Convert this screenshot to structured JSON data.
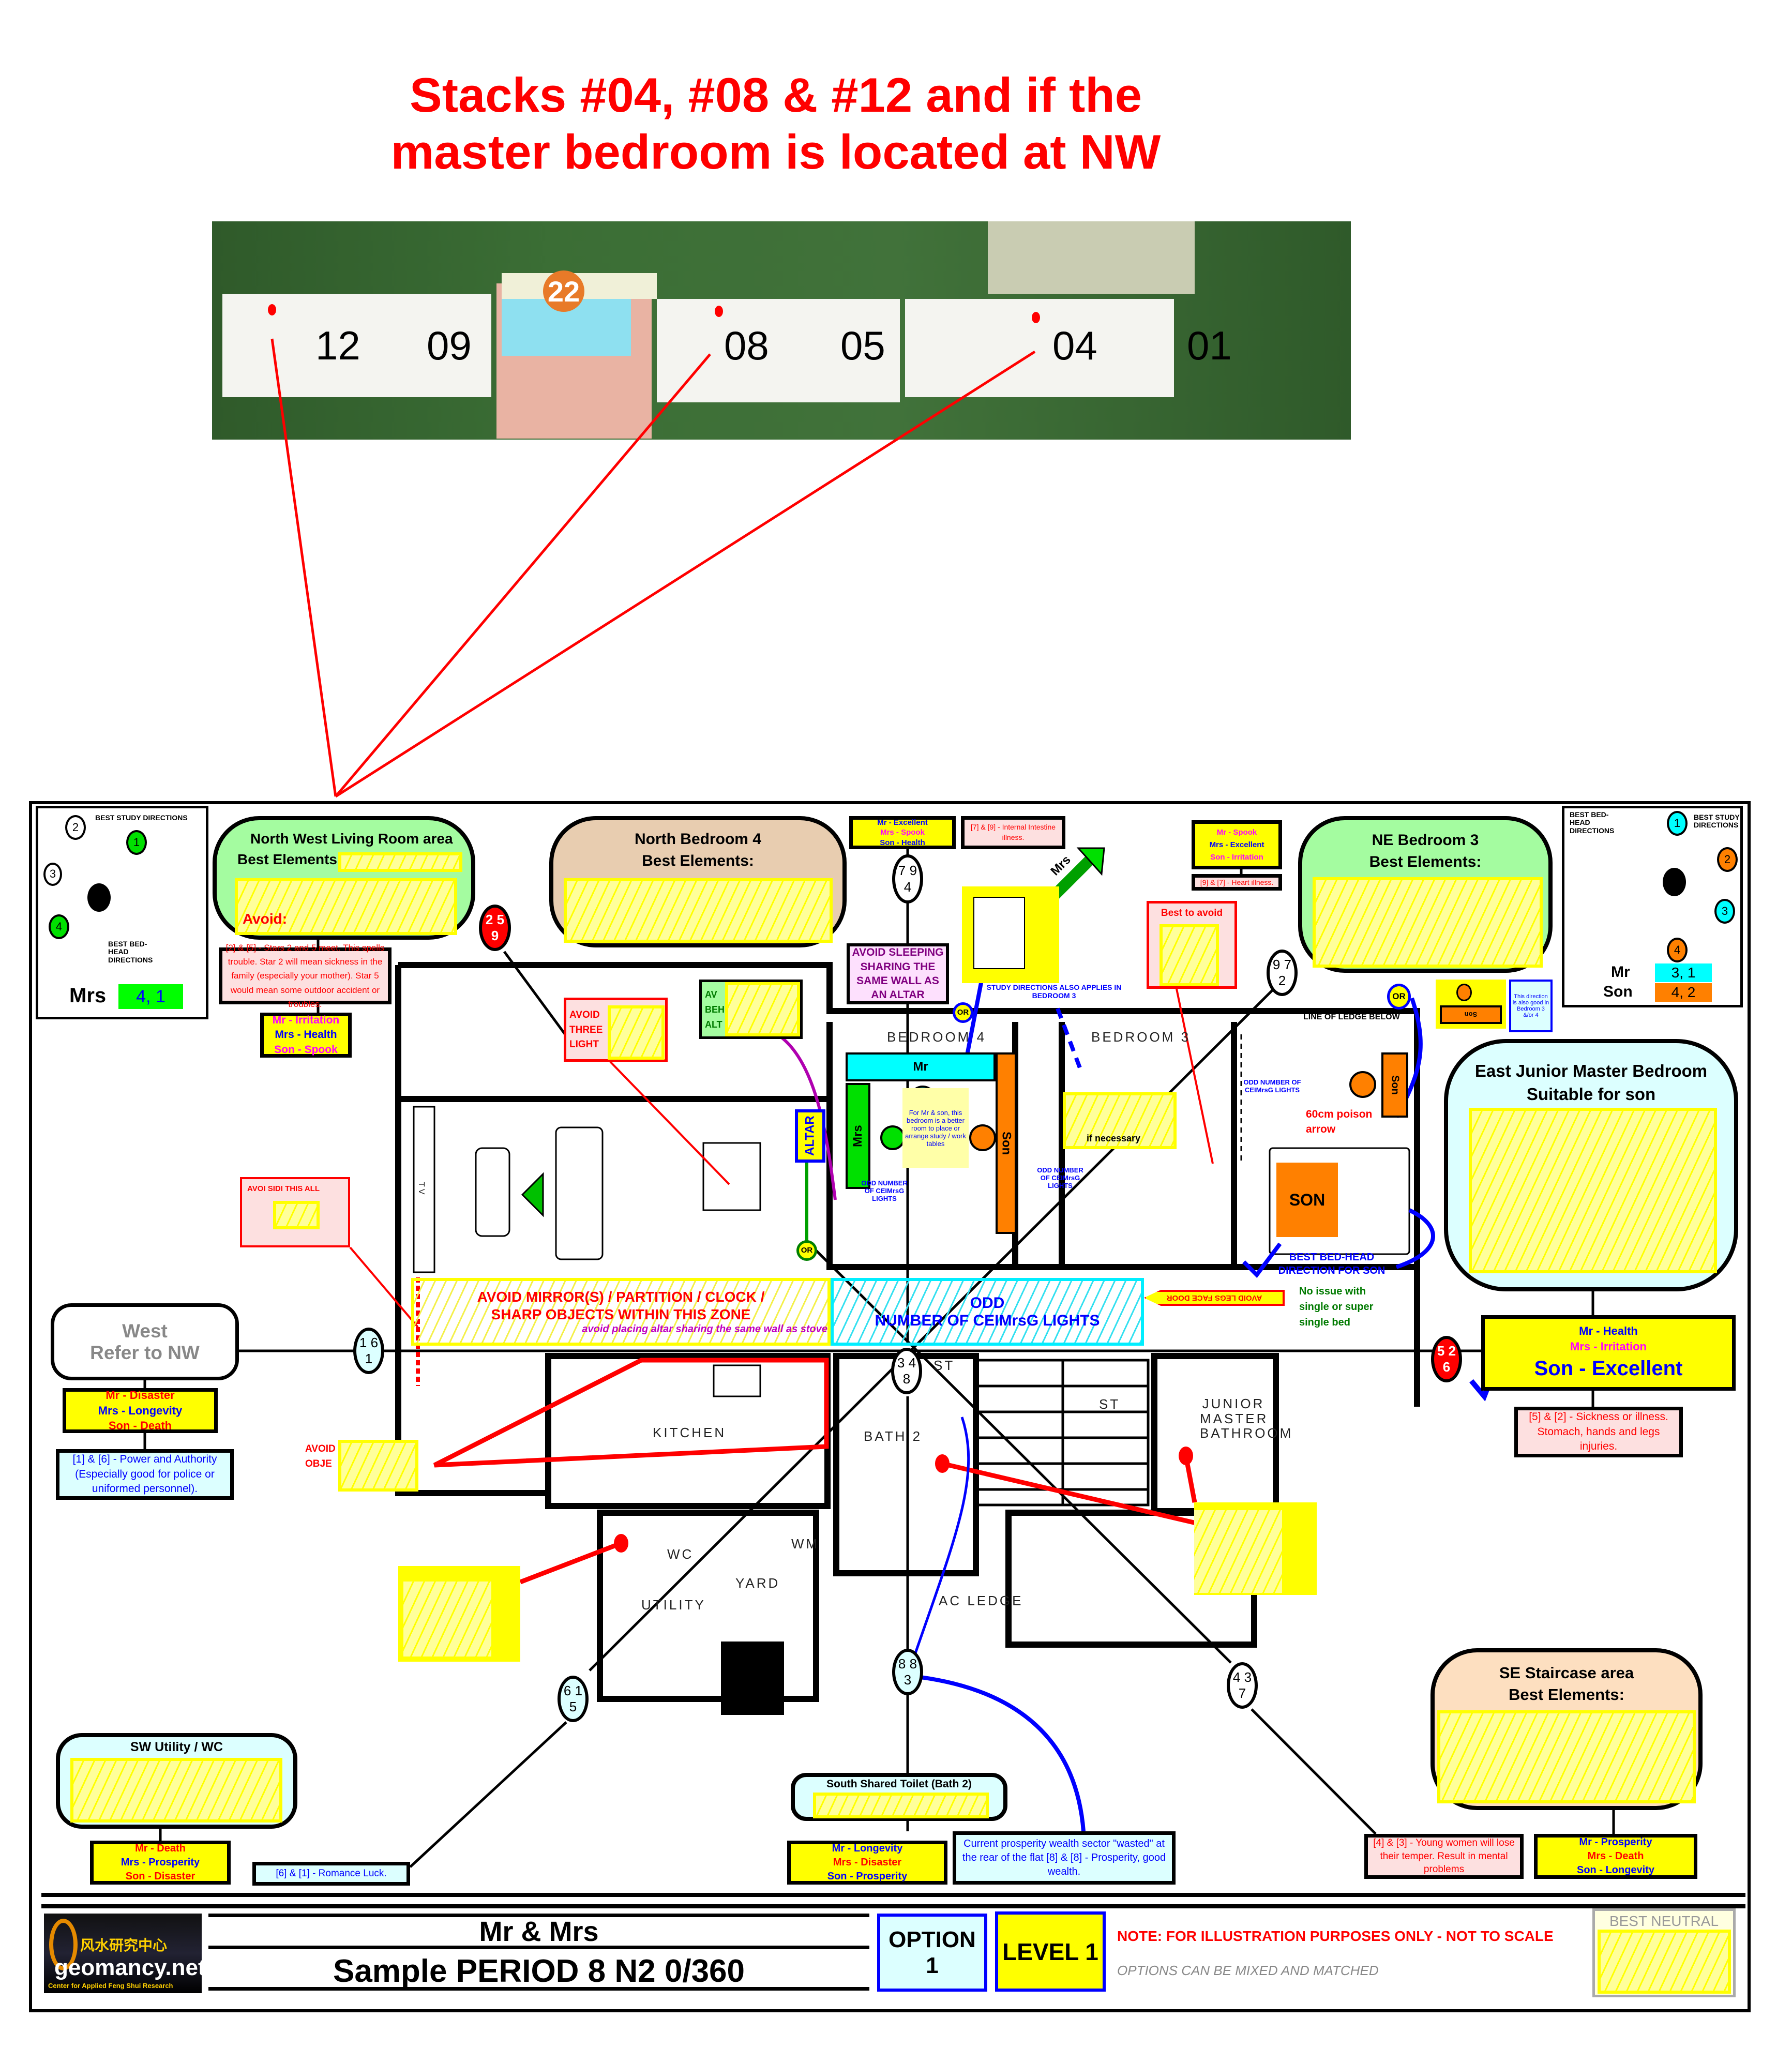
{
  "title": {
    "line1": "Stacks #04, #08 & #12 and if the",
    "line2": "master bedroom is located at NW"
  },
  "site_plan": {
    "block_label": "22",
    "stacks": [
      "12",
      "09",
      "08",
      "05",
      "04",
      "01"
    ]
  },
  "compass_left": {
    "study_label": "BEST STUDY DIRECTIONS",
    "bedhead_label": "BEST BED-HEAD DIRECTIONS",
    "directions": [
      "2",
      "1",
      "3",
      "4"
    ],
    "person": "Mrs",
    "value": "4, 1"
  },
  "compass_right": {
    "bedhead_label": "BEST BED-HEAD DIRECTIONS",
    "study_label": "BEST STUDY DIRECTIONS",
    "directions": [
      "1",
      "2",
      "3",
      "4"
    ],
    "rows": [
      {
        "person": "Mr",
        "value": "3, 1"
      },
      {
        "person": "Son",
        "value": "4, 2"
      }
    ]
  },
  "nw": {
    "title": "North West Living Room area",
    "best": "Best Elements:",
    "avoid": "Avoid:",
    "stars": [
      "2 5",
      "9"
    ],
    "note": "[2] & [5] - Stars 2 and 5 meet. This spells trouble. Star 2 will mean sickness in the family (especially your mother). Star 5 would mean some outdoor accident or troubles.",
    "luck": [
      "Mr - Irritation",
      "Mrs - Health",
      "Son - Spook"
    ]
  },
  "north": {
    "title": "North Bedroom 4",
    "best": "Best Elements:",
    "stars": [
      "7 9",
      "4"
    ],
    "luck": [
      "Mr - Excellent",
      "Mrs - Spook",
      "Son - Health"
    ],
    "note": "[7] & [9] - Internal Intestine illness.",
    "avoid_altar": "AVOID SLEEPING SHARING THE SAME WALL AS AN ALTAR"
  },
  "ne": {
    "title": "NE Bedroom 3",
    "best": "Best Elements:",
    "stars": [
      "9 7",
      "2"
    ],
    "luck": [
      "Mr - Spook",
      "Mrs - Excellent",
      "Son - Irritation"
    ],
    "note": "[9] & [7] - Heart illness.",
    "best_avoid": "Best to avoid"
  },
  "east": {
    "title": "East Junior Master Bedroom",
    "subtitle": "Suitable for son",
    "stars": [
      "5 2",
      "6"
    ],
    "luck": [
      "Mr - Health",
      "Mrs - Irritation",
      "Son - Excellent"
    ],
    "note": "[5] & [2] - Sickness or illness. Stomach, hands and legs injuries."
  },
  "west": {
    "title": "West",
    "subtitle": "Refer to NW",
    "stars": [
      "1 6",
      "1"
    ],
    "luck": [
      "Mr - Disaster",
      "Mrs - Longevity",
      "Son - Death"
    ],
    "note": "[1] & [6] - Power and Authority (Especially good for police or uniformed personnel)."
  },
  "sw": {
    "title": "SW Utility / WC",
    "stars": [
      "6 1",
      "5"
    ],
    "luck": [
      "Mr - Death",
      "Mrs - Prosperity",
      "Son - Disaster"
    ],
    "note": "[6] & [1] - Romance Luck."
  },
  "south": {
    "title": "South Shared Toilet (Bath 2)",
    "stars": [
      "8 8",
      "3"
    ],
    "luck": [
      "Mr - Longevity",
      "Mrs - Disaster",
      "Son - Prosperity"
    ],
    "note": "Current prosperity wealth sector \"wasted\" at the rear of the flat [8] & [8] - Prosperity, good wealth."
  },
  "se": {
    "title": "SE Staircase area",
    "best": "Best Elements:",
    "stars": [
      "4 3",
      "7"
    ],
    "luck": [
      "Mr - Prosperity",
      "Mrs - Death",
      "Son - Longevity"
    ],
    "note": "[4] & [3] - Young women will lose their temper. Result in mental problems"
  },
  "center": {
    "stars": [
      "3 4",
      "8"
    ]
  },
  "annotations": {
    "avoid_three_lights": "AVOID THREE LIGHT",
    "avoid_behind_altar": "AV BEH ALT",
    "altar": "ALTAR",
    "or": "OR",
    "study_dir_note": "STUDY DIRECTIONS ALSO APPLIES IN BEDROOM 3",
    "mrs_arrow": "Mrs",
    "direction_note": "This direction is also good in Bedroom 3 &/or 4",
    "son_small": "Son",
    "line_of_ledge": "LINE OF LEDGE BELOW",
    "mr_bar": "Mr",
    "mrs_bar": "Mrs",
    "son_bar": "Son",
    "bedroom_note": "For Mr & son, this bedroom is a better room to place or arrange study / work tables",
    "odd_lights": "ODD NUMBER OF CEIMrsG LIGHTS",
    "if_necessary": "if necessary",
    "poison_arrow": "60cm poison arrow",
    "son_bed": "SON",
    "best_bedhead_son": "BEST BED-HEAD DIRECTION FOR SON",
    "single_bed": "No issue with single or super single bed",
    "avoid_legs": "AVOID LEGS FACE DOOR",
    "avoid_zone": "AVOID MIRROR(S) / PARTITION / CLOCK / SHARP OBJECTS WITHIN THIS ZONE",
    "avoid_altar_stove": "avoid placing altar sharing the same wall as stove",
    "odd_title": "ODD",
    "odd_sub": "NUMBER OF CEIMrsG LIGHTS",
    "avoid_side_wall": "AVOI SIDI THIS ALL",
    "avoid_obj": "AVOID OBJE"
  },
  "rooms": {
    "bedroom4": "BEDROOM 4",
    "bedroom3": "BEDROOM 3",
    "kitchen": "KITCHEN",
    "bath2": "BATH 2",
    "st1": "ST",
    "st2": "ST",
    "jmb": "JUNIOR MASTER BATHROOM",
    "wc": "WC",
    "yard": "YARD",
    "utility": "UTILITY",
    "wm": "WM",
    "ac": "AC LEDGE",
    "tv": "TV"
  },
  "footer": {
    "logo_name": "geomancy.net",
    "logo_sub": "Center for Applied Feng Shui Research",
    "logo_cn": "风水研究中心",
    "client": "Mr  & Mrs",
    "chart": "Sample PERIOD 8 N2 0/360",
    "option": "OPTION 1",
    "level": "LEVEL 1",
    "note": "NOTE: FOR ILLUSTRATION PURPOSES ONLY - NOT TO SCALE",
    "options_note": "OPTIONS CAN BE MIXED AND MATCHED",
    "best_neutral": "BEST NEUTRAL"
  },
  "colors": {
    "red": "#ff0000",
    "yellow": "#ffff00",
    "green_bubble": "#a4fca0",
    "tan_bubble": "#e8cdb0",
    "cyan_bubble": "#dcffff",
    "peach_bubble": "#fddfc0",
    "orange": "#ff8000",
    "cyan": "#00ffff"
  }
}
